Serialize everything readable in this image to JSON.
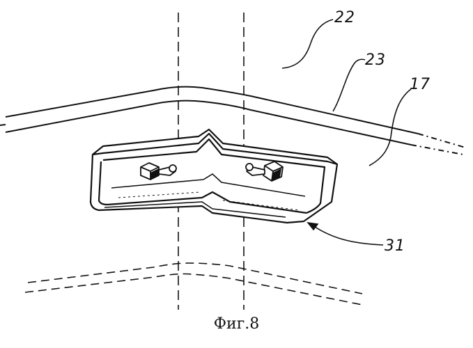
{
  "figure": {
    "caption": "Фиг.8",
    "labels": {
      "ref_22": "22",
      "ref_23": "23",
      "ref_17": "17",
      "ref_31": "31"
    }
  },
  "colors": {
    "ink": "#111111",
    "background": "#ffffff"
  }
}
